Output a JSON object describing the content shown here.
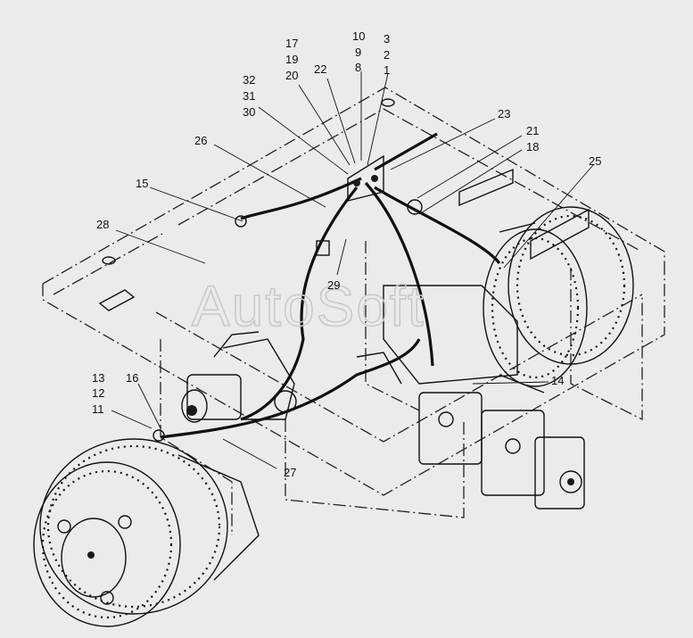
{
  "watermark": "AutoSoft",
  "callouts": [
    "1",
    "2",
    "3",
    "8",
    "9",
    "10",
    "11",
    "12",
    "13",
    "14",
    "15",
    "16",
    "17",
    "18",
    "19",
    "20",
    "21",
    "22",
    "23",
    "25",
    "26",
    "27",
    "28",
    "29",
    "30",
    "31",
    "32"
  ],
  "colors": {
    "background": "#ebebeb",
    "line": "#111111",
    "watermark": "#c9c9c9"
  }
}
